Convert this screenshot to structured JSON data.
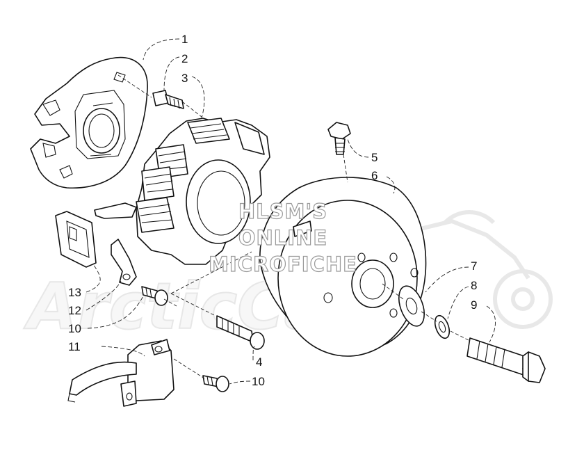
{
  "watermark": {
    "lines": [
      "HLSM'S",
      "ONLINE",
      "MICROFICHE"
    ],
    "logo_text": "ArcticCat"
  },
  "callouts": [
    "1",
    "2",
    "3",
    "5",
    "6",
    "7",
    "8",
    "9",
    "13",
    "12",
    "10",
    "11",
    "4",
    "10"
  ]
}
